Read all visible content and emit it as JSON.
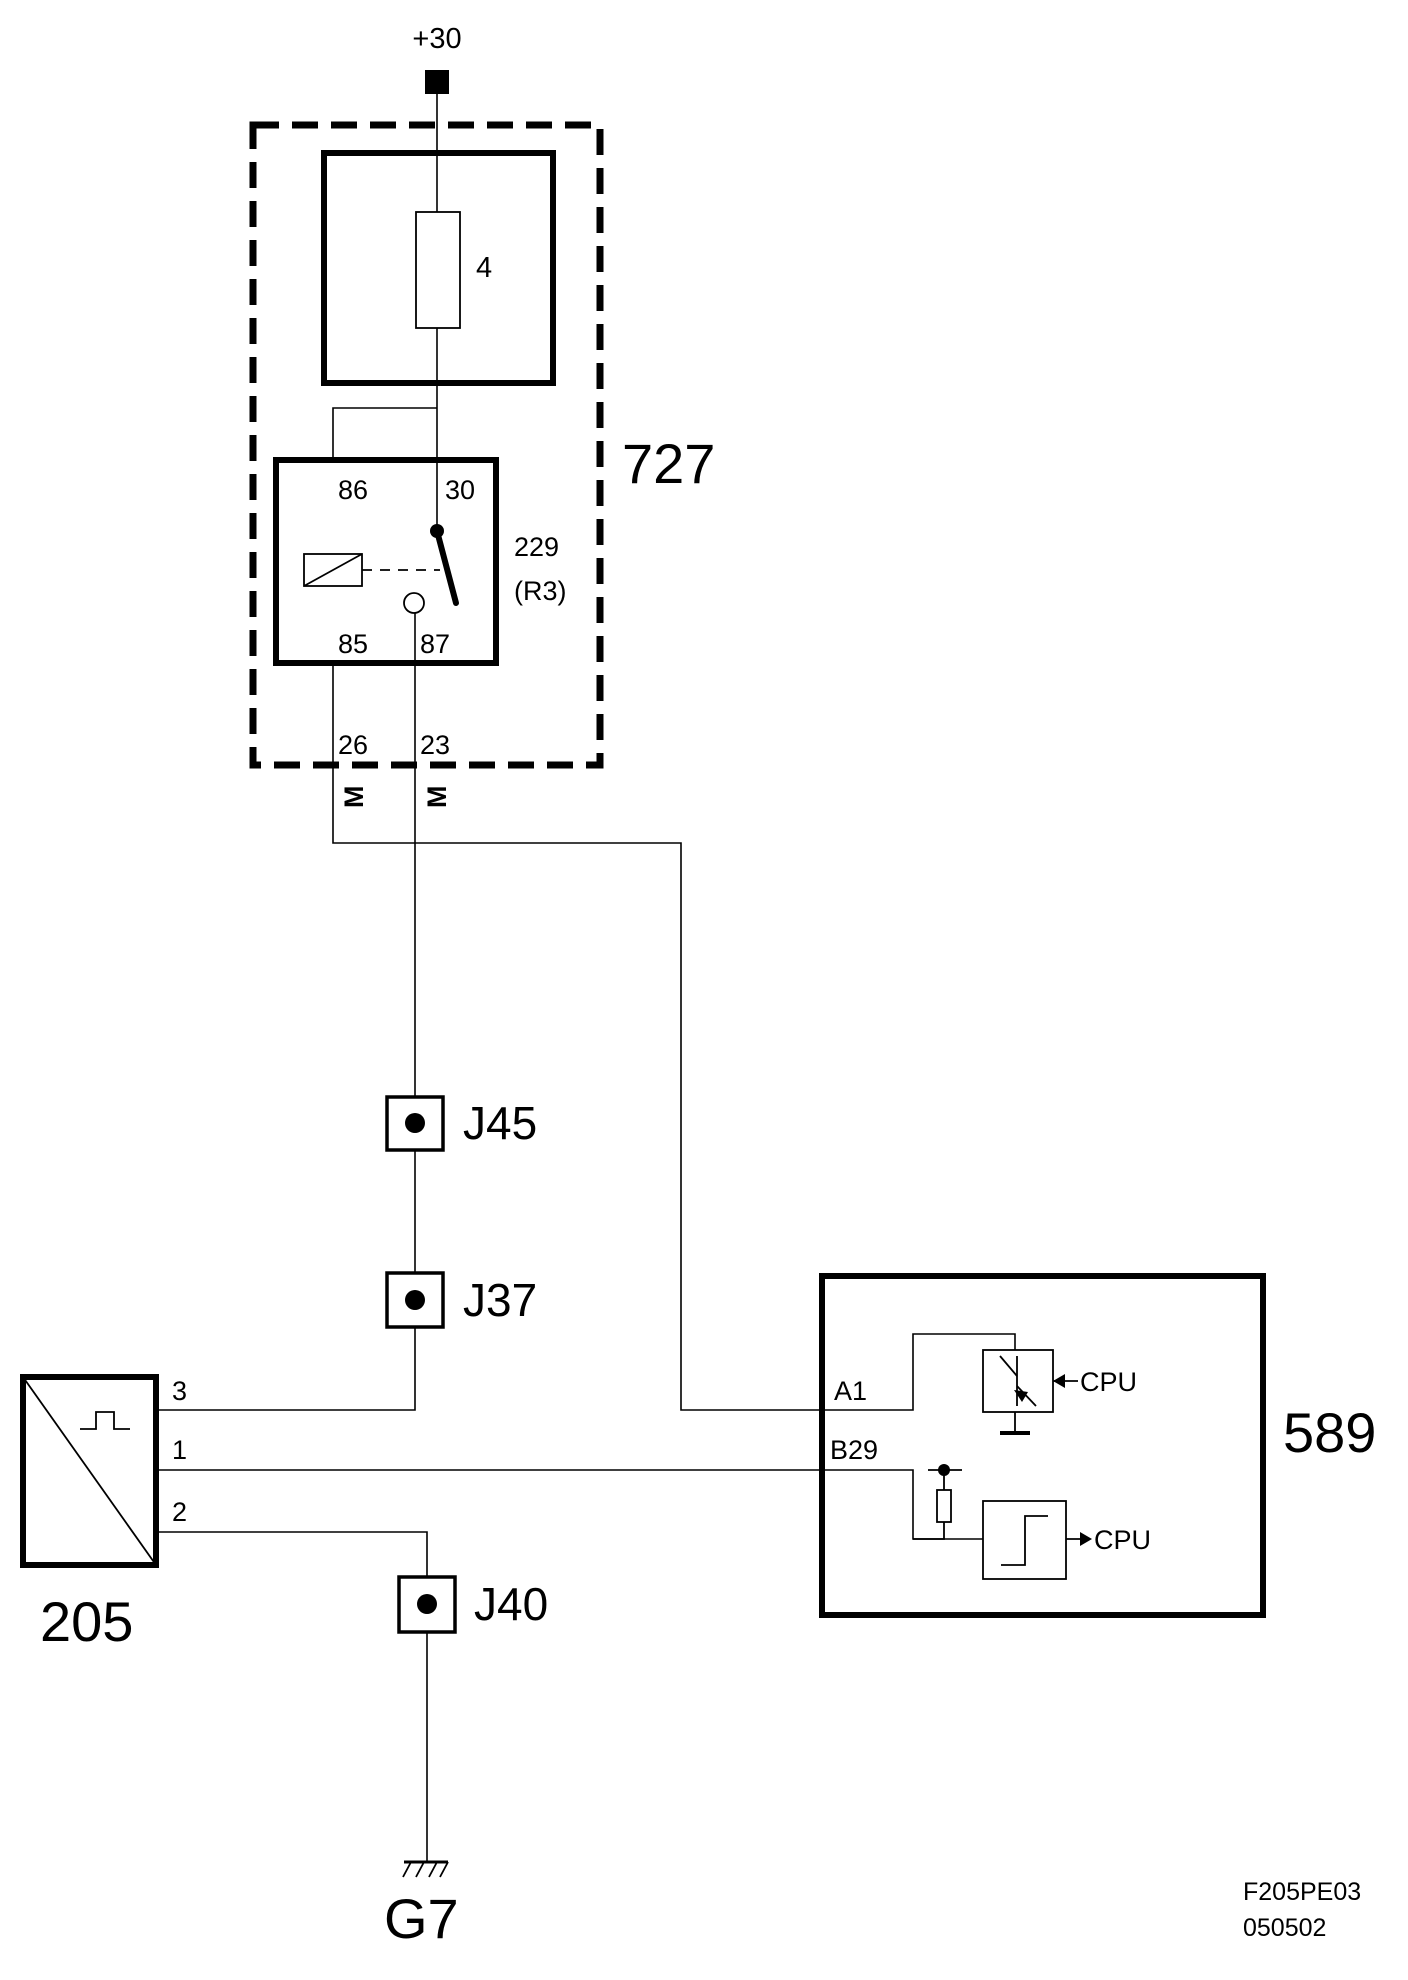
{
  "supply": {
    "label": "+30"
  },
  "fuse": {
    "label": "4"
  },
  "fuse_box": {
    "label": "727"
  },
  "relay": {
    "label": "229",
    "sublabel": "(R3)",
    "pins": {
      "p86": "86",
      "p30": "30",
      "p85": "85",
      "p87": "87"
    }
  },
  "box_terminals": {
    "t26": "26",
    "t23": "23",
    "connector_mark": "M"
  },
  "connectors": {
    "j45": "J45",
    "j37": "J37",
    "j40": "J40"
  },
  "sensor": {
    "label": "205",
    "pins": {
      "p3": "3",
      "p1": "1",
      "p2": "2"
    }
  },
  "ecu": {
    "label": "589",
    "pins": {
      "a1": "A1",
      "b29": "B29"
    },
    "cpu_out": "CPU",
    "cpu_in": "CPU"
  },
  "ground": {
    "label": "G7"
  },
  "drawing_code": {
    "line1": "F205PE03",
    "line2": "050502"
  }
}
